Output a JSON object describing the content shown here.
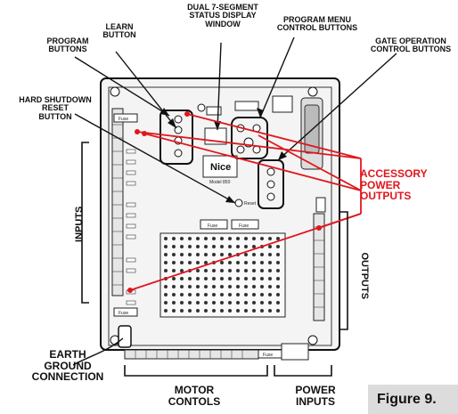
{
  "callouts": {
    "dual_display": [
      "DUAL 7-SEGMENT",
      "STATUS DISPLAY",
      "WINDOW"
    ],
    "program_menu": [
      "PROGRAM MENU",
      "CONTROL BUTTONS"
    ],
    "learn_button": [
      "LEARN",
      "BUTTON"
    ],
    "program_buttons": [
      "PROGRAM",
      "BUTTONS"
    ],
    "gate_operation": [
      "GATE OPERATION",
      "CONTROL BUTTONS"
    ],
    "hard_shutdown": [
      "HARD SHUTDOWN",
      "RESET",
      "BUTTON"
    ],
    "accessory_power": [
      "ACCESSORY",
      "POWER",
      "OUTPUTS"
    ],
    "inputs": "INPUTS",
    "outputs": "OUTPUTS",
    "earth_ground": [
      "EARTH",
      "GROUND",
      "CONNECTION"
    ],
    "motor_controls": [
      "MOTOR",
      "CONTOLS"
    ],
    "power_inputs": [
      "POWER",
      "INPUTS"
    ]
  },
  "figure_label": "Figure 9.",
  "board": {
    "logo": "Nice",
    "model": "Model 850",
    "fuse_labels": [
      "Fuse",
      "Fuse",
      "Fuse",
      "Fuse",
      "Fuse"
    ],
    "reset_label": "Reset"
  },
  "colors": {
    "accent_red": "#e0161d",
    "board_fill": "#f4f4f4",
    "stroke": "#111111"
  }
}
